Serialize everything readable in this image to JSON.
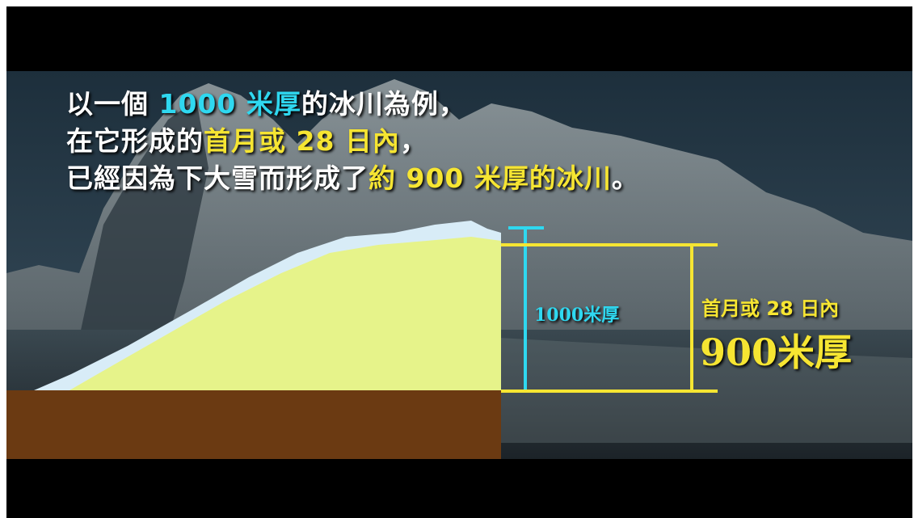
{
  "caption": {
    "line1": {
      "a": "以一個 ",
      "b": "1000 米厚",
      "c": "的冰川為例，"
    },
    "line2": {
      "a": "在它形成的",
      "b": "首月或 28 日內",
      "c": "，"
    },
    "line3": {
      "a": "已經因為下大雪而形成了",
      "b": "約 900 米厚的冰川",
      "c": "。"
    }
  },
  "labels": {
    "thickness_1000": "1000米厚",
    "period": "首月或 28 日內",
    "thickness_900": "900米厚"
  },
  "colors": {
    "cyan": "#2fd8f0",
    "yellow": "#f6e532",
    "glacier_fill": "#e6f38a",
    "glacier_rim": "#d8ecf7",
    "ground": "#6b3a12"
  }
}
